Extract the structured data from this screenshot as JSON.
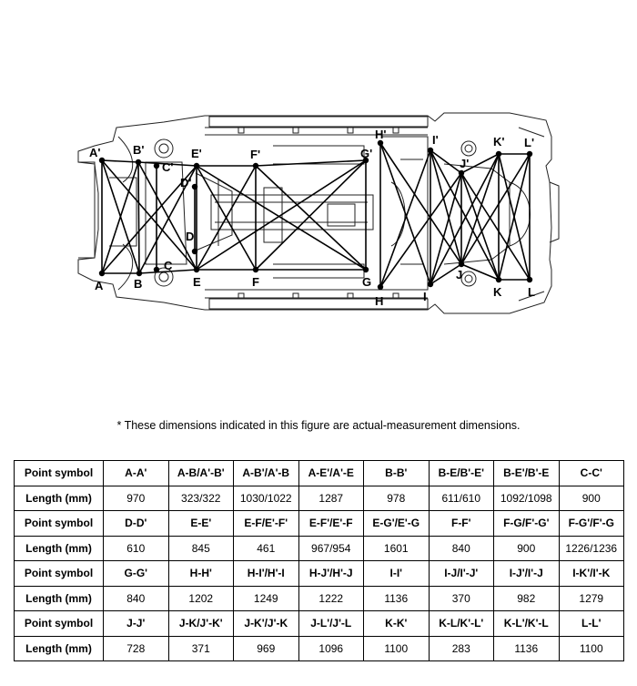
{
  "diagram": {
    "points": [
      {
        "id": "A'"
      },
      {
        "id": "B'"
      },
      {
        "id": "C'"
      },
      {
        "id": "D'"
      },
      {
        "id": "E'"
      },
      {
        "id": "F'"
      },
      {
        "id": "G'"
      },
      {
        "id": "H'"
      },
      {
        "id": "I'"
      },
      {
        "id": "J'"
      },
      {
        "id": "K'"
      },
      {
        "id": "L'"
      },
      {
        "id": "A"
      },
      {
        "id": "B"
      },
      {
        "id": "C"
      },
      {
        "id": "D"
      },
      {
        "id": "E"
      },
      {
        "id": "F"
      },
      {
        "id": "G"
      },
      {
        "id": "H"
      },
      {
        "id": "I"
      },
      {
        "id": "J"
      },
      {
        "id": "K"
      },
      {
        "id": "L"
      }
    ]
  },
  "note": "*  These dimensions indicated in this figure are actual-measurement dimensions.",
  "table": {
    "symbol_header": "Point symbol",
    "length_header": "Length (mm)",
    "rows": [
      {
        "symbols": [
          "A-A'",
          "A-B/A'-B'",
          "A-B'/A'-B",
          "A-E'/A'-E",
          "B-B'",
          "B-E/B'-E'",
          "B-E'/B'-E",
          "C-C'"
        ],
        "lengths": [
          "970",
          "323/322",
          "1030/1022",
          "1287",
          "978",
          "611/610",
          "1092/1098",
          "900"
        ]
      },
      {
        "symbols": [
          "D-D'",
          "E-E'",
          "E-F/E'-F'",
          "E-F'/E'-F",
          "E-G'/E'-G",
          "F-F'",
          "F-G/F'-G'",
          "F-G'/F'-G"
        ],
        "lengths": [
          "610",
          "845",
          "461",
          "967/954",
          "1601",
          "840",
          "900",
          "1226/1236"
        ]
      },
      {
        "symbols": [
          "G-G'",
          "H-H'",
          "H-I'/H'-I",
          "H-J'/H'-J",
          "I-I'",
          "I-J/I'-J'",
          "I-J'/I'-J",
          "I-K'/I'-K"
        ],
        "lengths": [
          "840",
          "1202",
          "1249",
          "1222",
          "1136",
          "370",
          "982",
          "1279"
        ]
      },
      {
        "symbols": [
          "J-J'",
          "J-K/J'-K'",
          "J-K'/J'-K",
          "J-L'/J'-L",
          "K-K'",
          "K-L/K'-L'",
          "K-L'/K'-L",
          "L-L'"
        ],
        "lengths": [
          "728",
          "371",
          "969",
          "1096",
          "1100",
          "283",
          "1136",
          "1100"
        ]
      }
    ]
  }
}
